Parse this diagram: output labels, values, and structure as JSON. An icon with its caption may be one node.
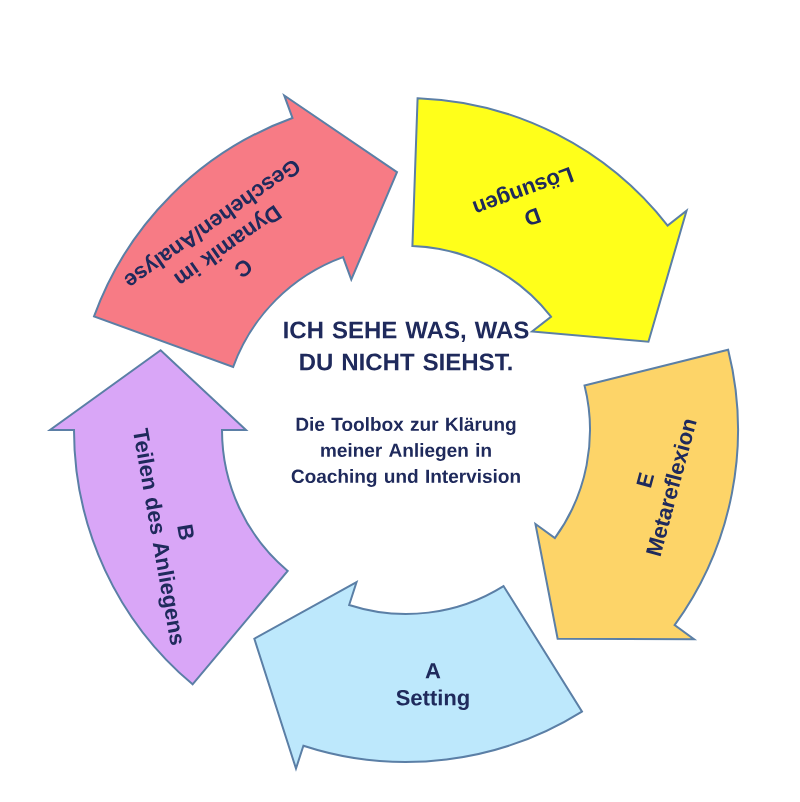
{
  "diagram": {
    "title": "ICH SEHE WAS, WAS DU NICHT SIEHST.",
    "nodes": [
      {
        "text": [
          "A",
          "Setting"
        ]
      },
      {
        "text": [
          "B",
          "Teilen des Anliegens"
        ]
      },
      {
        "text": [
          "C",
          "Dynamik im Geschehen/Analyse"
        ]
      },
      {
        "text": [
          "D",
          "Lösungen"
        ]
      },
      {
        "text": [
          "E",
          "Metareflexion"
        ]
      }
    ],
    "labels": [
      "Die Toolbox zur Klärung meiner Anliegen in Coaching und Intervision"
    ]
  }
}
